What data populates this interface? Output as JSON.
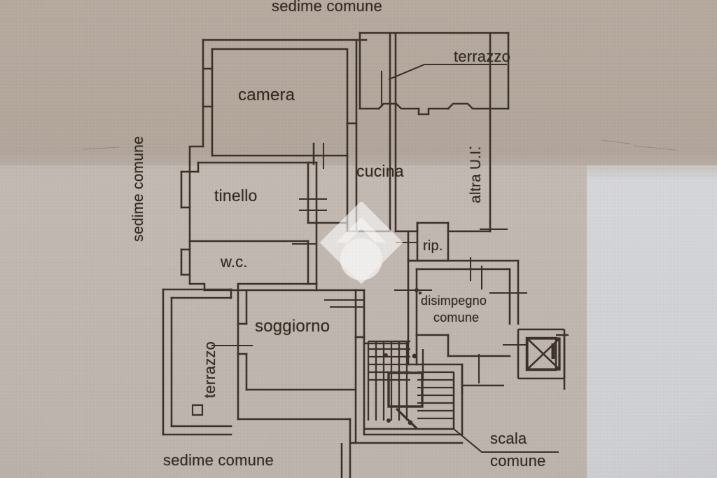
{
  "document": {
    "type": "floor-plan",
    "title": "Planimetria appartamento",
    "language": "it"
  },
  "colors": {
    "paper_upper": "#b4a89d",
    "paper_lower": "#c0b7b1",
    "paper_lower_right": "#d2d3d7",
    "ink": "#34291f",
    "wall_line": "#3b3027",
    "watermark": "#ffffff"
  },
  "labels": {
    "sedime_comune_top": "sedime comune",
    "sedime_comune_left": "sedime comune",
    "sedime_comune_bottom": "sedime comune",
    "camera": "camera",
    "tinello": "tinello",
    "wc": "w.c.",
    "cucina": "cucina",
    "terrazzo_top": "terrazzo",
    "terrazzo_left": "terrazzo",
    "altra_ui": "altra U.I.",
    "rip": "rip.",
    "disimpegno_line1": "disimpegno",
    "disimpegno_line2": "comune",
    "soggiorno": "soggiorno",
    "scala_line1": "scala",
    "scala_line2": "comune"
  },
  "rooms": [
    {
      "name": "camera",
      "label": "camera",
      "kind": "bedroom"
    },
    {
      "name": "tinello",
      "label": "tinello",
      "kind": "dining-nook"
    },
    {
      "name": "wc",
      "label": "w.c.",
      "kind": "bathroom"
    },
    {
      "name": "cucina",
      "label": "cucina",
      "kind": "kitchen"
    },
    {
      "name": "soggiorno",
      "label": "soggiorno",
      "kind": "living-room"
    },
    {
      "name": "ripostiglio",
      "label": "rip.",
      "kind": "storage"
    },
    {
      "name": "terrazzo-nord",
      "label": "terrazzo",
      "kind": "terrace"
    },
    {
      "name": "terrazzo-ovest",
      "label": "terrazzo",
      "kind": "terrace"
    },
    {
      "name": "disimpegno-comune",
      "label": "disimpegno comune",
      "kind": "common-hall"
    },
    {
      "name": "scala-comune",
      "label": "scala comune",
      "kind": "common-stairs"
    },
    {
      "name": "altra-ui",
      "label": "altra U.I.",
      "kind": "other-unit"
    }
  ],
  "symbols": [
    {
      "name": "elevator",
      "glyph": "crossed-box"
    },
    {
      "name": "terrace-drain",
      "glyph": "small-square"
    },
    {
      "name": "stair-arrow",
      "glyph": "diagonal-arrow"
    }
  ],
  "watermark": {
    "name": "diamond-chevron-circle-logo",
    "shapes": [
      "diamond",
      "chevron",
      "circle"
    ]
  }
}
